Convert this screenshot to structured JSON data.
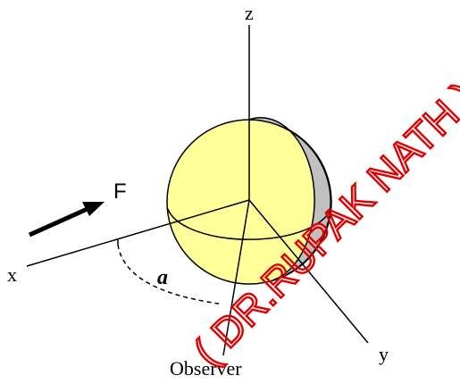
{
  "labels": {
    "z_axis": "z",
    "x_axis": "x",
    "y_axis": "y",
    "force": "F",
    "angle": "a",
    "observer": "Observer"
  },
  "watermark": {
    "text": "( DR.RUPAK NATH )",
    "color": "#e00000"
  },
  "colors": {
    "sphere_lit": "#ffff99",
    "sphere_shadow": "#c0c0c0",
    "lines": "#000000"
  }
}
